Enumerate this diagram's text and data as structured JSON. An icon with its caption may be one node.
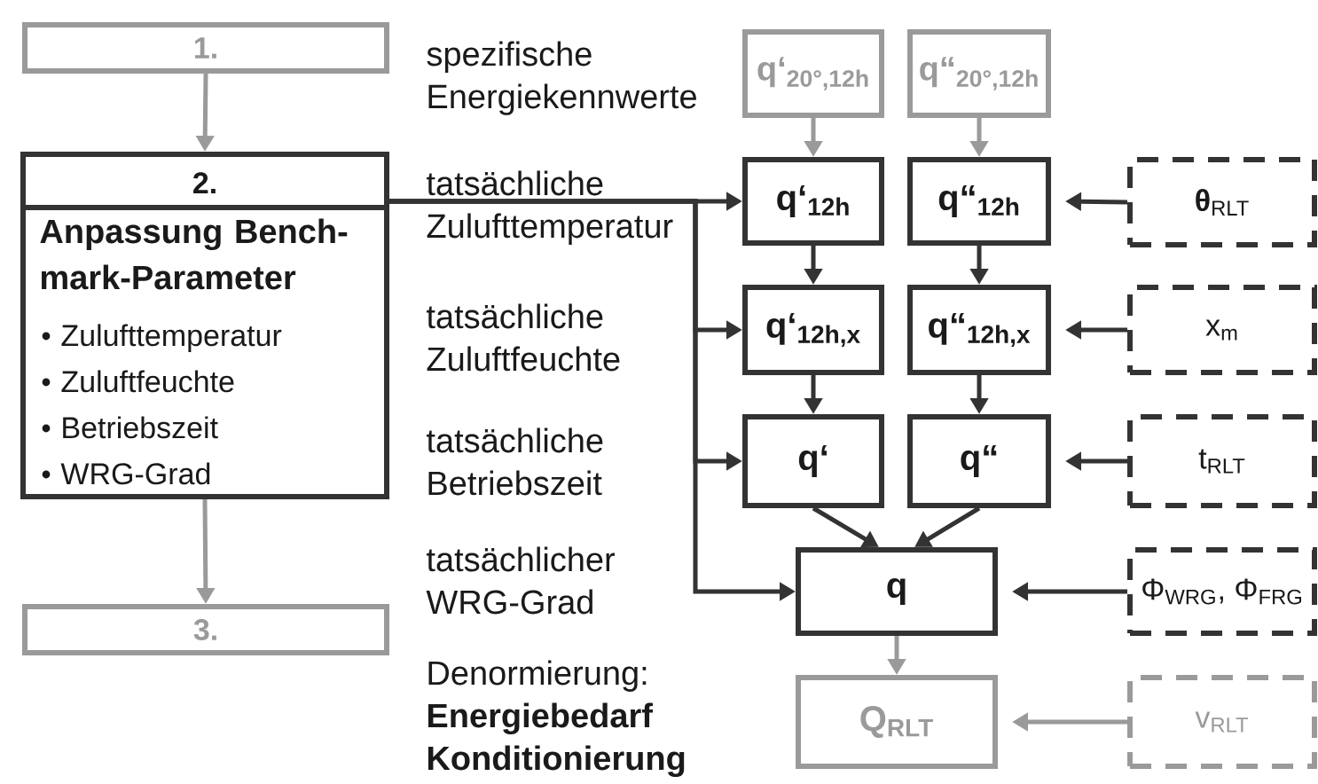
{
  "diagram": {
    "nodes": [
      {
        "text": [
          "1."
        ]
      },
      {
        "text": [
          "2.",
          "Anpassung Bench-mark-Parameter",
          "Zulufttemperatur",
          "Zuluftfeuchte",
          "Betriebszeit",
          "WRG-Grad"
        ]
      },
      {
        "text": [
          "3."
        ]
      },
      {
        "text": [
          "q‘$_{20°,12h}$"
        ]
      },
      {
        "text": [
          "q“$_{20°,12h}$"
        ]
      },
      {
        "text": [
          "q‘$_{12h}$"
        ]
      },
      {
        "text": [
          "q“$_{12h}$"
        ]
      },
      {
        "text": [
          "q‘$_{12h,x}$"
        ]
      },
      {
        "text": [
          "q“$_{12h,x}$"
        ]
      },
      {
        "text": [
          "q‘"
        ]
      },
      {
        "text": [
          "q“"
        ]
      },
      {
        "text": [
          "q"
        ]
      },
      {
        "text": [
          "Q$_{RLT}$"
        ]
      },
      {
        "text": [
          "**θ**$_{RLT}$"
        ]
      },
      {
        "text": [
          "x$_{m}$"
        ]
      },
      {
        "text": [
          "t$_{RLT}$"
        ]
      },
      {
        "text": [
          "Φ$_{WRG}$, Φ$_{FRG}$"
        ]
      },
      {
        "text": [
          "v$_{RLT}$"
        ]
      }
    ],
    "edges": [
      {
        "from": 0,
        "to": 1,
        "arrow": "to",
        "color": "#9a9a9a"
      },
      {
        "from": 1,
        "to": 2,
        "arrow": "to",
        "color": "#9a9a9a"
      },
      {
        "from": 1,
        "to": 5,
        "arrow": "to"
      },
      {
        "from": 1,
        "to": 7,
        "arrow": "to"
      },
      {
        "from": 1,
        "to": 9,
        "arrow": "to"
      },
      {
        "from": 1,
        "to": 11,
        "arrow": "to"
      },
      {
        "from": 3,
        "to": 5,
        "arrow": "to",
        "color": "#9a9a9a"
      },
      {
        "from": 4,
        "to": 6,
        "arrow": "to",
        "color": "#9a9a9a"
      },
      {
        "from": 5,
        "to": 7,
        "arrow": "to"
      },
      {
        "from": 6,
        "to": 8,
        "arrow": "to"
      },
      {
        "from": 7,
        "to": 9,
        "arrow": "to"
      },
      {
        "from": 8,
        "to": 10,
        "arrow": "to"
      },
      {
        "from": 9,
        "to": 11,
        "arrow": "to"
      },
      {
        "from": 10,
        "to": 11,
        "arrow": "to"
      },
      {
        "from": 11,
        "to": 12,
        "arrow": "to",
        "color": "#9a9a9a"
      },
      {
        "from": 13,
        "to": 6,
        "arrow": "to"
      },
      {
        "from": 14,
        "to": 8,
        "arrow": "to"
      },
      {
        "from": 15,
        "to": 10,
        "arrow": "to"
      },
      {
        "from": 16,
        "to": 11,
        "arrow": "to"
      },
      {
        "from": 17,
        "to": 12,
        "arrow": "to",
        "color": "#9a9a9a"
      }
    ],
    "labels": [
      "spezifische Energiekennwerte",
      "tatsächliche Zulufttemperatur",
      "tatsächliche Zuluftfeuchte",
      "tatsächliche Betriebszeit",
      "tatsächlicher WRG-Grad",
      "Denormierung: **Energiebedarf Konditionierung**"
    ]
  }
}
